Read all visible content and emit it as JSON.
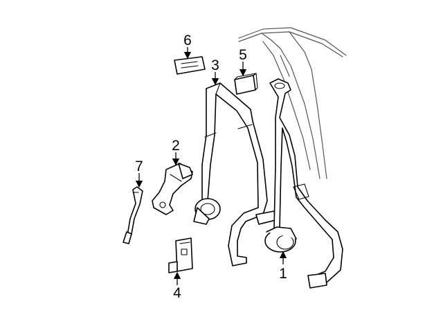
{
  "diagram": {
    "callouts": [
      {
        "label": "1",
        "part": "retractor-assembly"
      },
      {
        "label": "2",
        "part": "buckle-assembly"
      },
      {
        "label": "3",
        "part": "seat-belt-assembly"
      },
      {
        "label": "4",
        "part": "mounting-bracket"
      },
      {
        "label": "5",
        "part": "guide-cover"
      },
      {
        "label": "6",
        "part": "trim-cover"
      },
      {
        "label": "7",
        "part": "buckle-strap"
      }
    ]
  }
}
